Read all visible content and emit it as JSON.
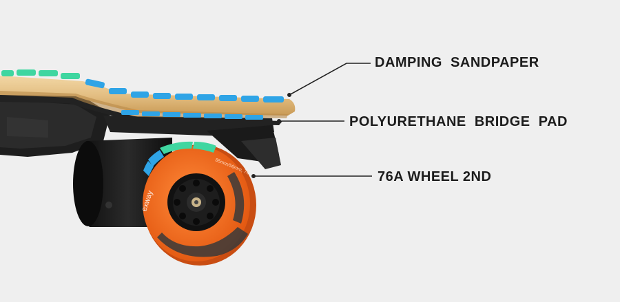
{
  "callouts": {
    "damping_sandpaper": "DAMPING  SANDPAPER",
    "bridge_pad": "POLYURETHANE  BRIDGE  PAD",
    "wheel": "76A WHEEL 2ND"
  },
  "wheel_branding": {
    "logo": "exway",
    "size_text": "85mm/56mm, 76"
  },
  "colors": {
    "background": "#efefef",
    "pad_blue": "#2fa4e6",
    "pad_green": "#3fd6a0",
    "deck_wood": "#e6c48a",
    "wheel_orange": "#f26b1d",
    "motor_black": "#141414"
  }
}
